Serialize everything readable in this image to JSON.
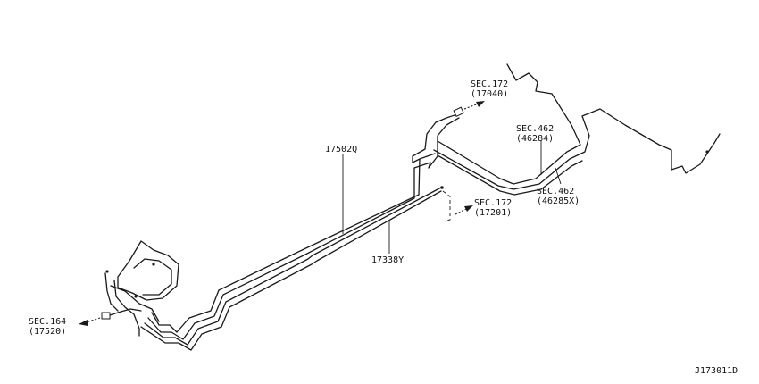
{
  "diagram": {
    "part_callouts": {
      "p17502q": "17502Q",
      "p17338y": "17338Y"
    },
    "section_refs": [
      {
        "sec": "SEC.172",
        "part": "(17040)"
      },
      {
        "sec": "SEC.462",
        "part": "(46284)"
      },
      {
        "sec": "SEC.172",
        "part": "(17201)"
      },
      {
        "sec": "SEC.462",
        "part": "(46285X)"
      },
      {
        "sec": "SEC.164",
        "part": "(17520)"
      }
    ],
    "drawing_id": "J173011D"
  }
}
